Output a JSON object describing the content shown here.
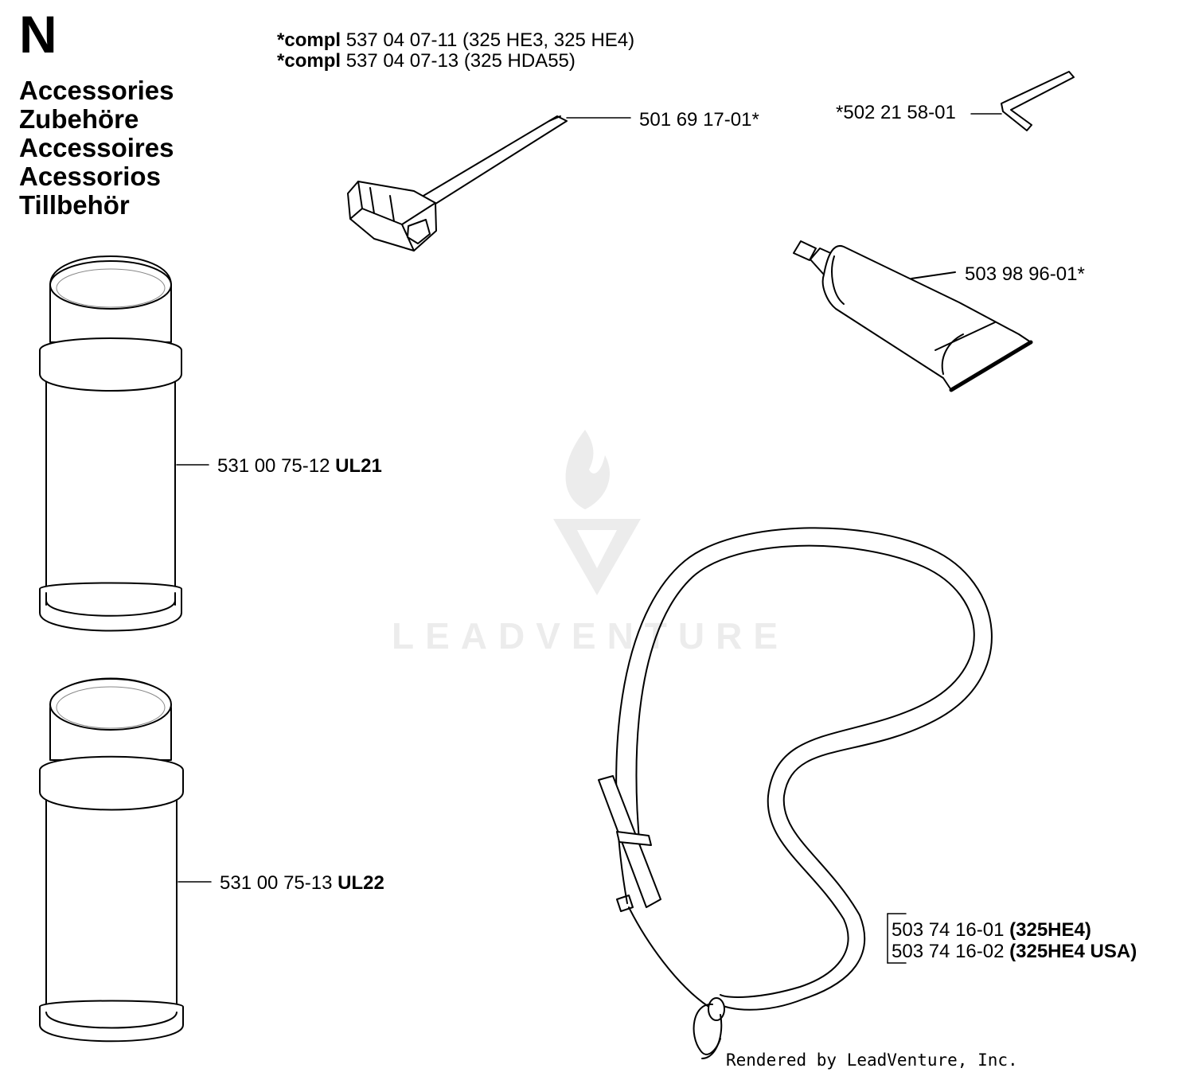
{
  "header": {
    "section_letter": "N",
    "titles": [
      "Accessories",
      "Zubehöre",
      "Accessoires",
      "Acessorios",
      "Tillbehör"
    ]
  },
  "notes": [
    {
      "prefix": "*compl",
      "text": "537 04 07-11 (325 HE3, 325 HE4)"
    },
    {
      "prefix": "*compl",
      "text": "537 04 07-13 (325 HDA55)"
    }
  ],
  "parts": {
    "combination_wrench": {
      "number": "501 69 17-01*"
    },
    "allen_key": {
      "number": "*502 21 58-01"
    },
    "grease_tube": {
      "number": "503 98 96-01*"
    },
    "spray_can_1": {
      "number": "531 00 75-12",
      "code": "UL21"
    },
    "spray_can_2": {
      "number": "531 00 75-13",
      "code": "UL22"
    },
    "harness_1": {
      "number": "503 74 16-01",
      "code": "(325HE4)"
    },
    "harness_2": {
      "number": "503 74 16-02",
      "code": "(325HE4 USA)"
    }
  },
  "watermark": {
    "brand": "LEADVENTURE"
  },
  "footer": {
    "credit": "Rendered by LeadVenture, Inc."
  }
}
